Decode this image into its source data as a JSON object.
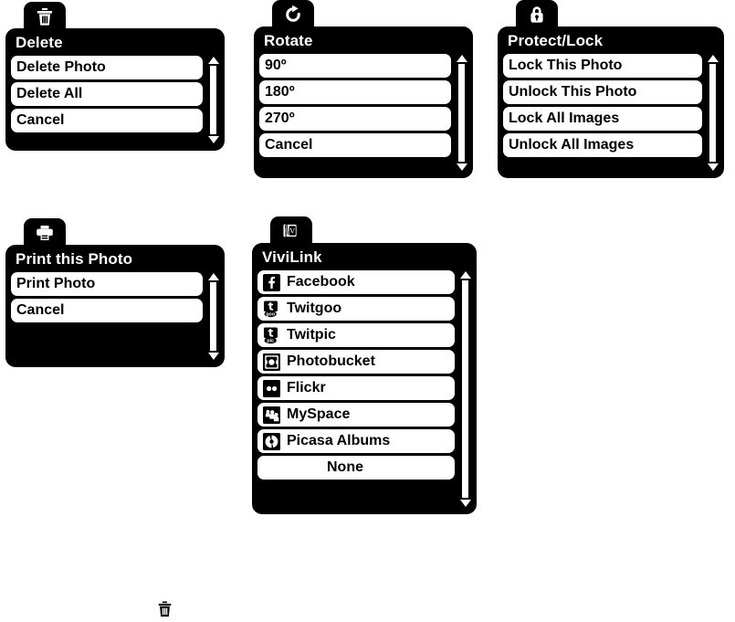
{
  "screen": {
    "background": "#ffffff",
    "foreground": "#000000",
    "panel_text_color": "#ffffff",
    "item_text_color": "#000000"
  },
  "menus": [
    {
      "id": "delete",
      "tab_icon": "trash-icon",
      "title": "Delete",
      "items": [
        {
          "label": "Delete Photo",
          "icon": null
        },
        {
          "label": "Delete All",
          "icon": null
        },
        {
          "label": "Cancel",
          "icon": null
        }
      ],
      "scrollbar": {
        "up": "scroll-up-arrow",
        "down": "scroll-down-arrow"
      }
    },
    {
      "id": "rotate",
      "tab_icon": "rotate-icon",
      "title": "Rotate",
      "items": [
        {
          "label": "90º",
          "icon": null
        },
        {
          "label": "180º",
          "icon": null
        },
        {
          "label": "270º",
          "icon": null
        },
        {
          "label": "Cancel",
          "icon": null
        }
      ],
      "scrollbar": {
        "up": "scroll-up-arrow",
        "down": "scroll-down-arrow"
      }
    },
    {
      "id": "protect",
      "tab_icon": "lock-icon",
      "title": "Protect/Lock",
      "items": [
        {
          "label": "Lock This Photo",
          "icon": null
        },
        {
          "label": "Unlock This Photo",
          "icon": null
        },
        {
          "label": "Lock All Images",
          "icon": null
        },
        {
          "label": "Unlock All Images",
          "icon": null
        }
      ],
      "scrollbar": {
        "up": "scroll-up-arrow",
        "down": "scroll-down-arrow"
      }
    },
    {
      "id": "print",
      "tab_icon": "printer-icon",
      "title": "Print this Photo",
      "items": [
        {
          "label": "Print Photo",
          "icon": null
        },
        {
          "label": "Cancel",
          "icon": null
        }
      ],
      "scrollbar": {
        "up": "scroll-up-arrow",
        "down": "scroll-down-arrow"
      }
    },
    {
      "id": "vivilink",
      "tab_icon": "vivilink-icon",
      "title": "ViviLink",
      "items": [
        {
          "label": "Facebook",
          "icon": "facebook-icon"
        },
        {
          "label": "Twitgoo",
          "icon": "twitgoo-icon"
        },
        {
          "label": "Twitpic",
          "icon": "twitpic-icon"
        },
        {
          "label": "Photobucket",
          "icon": "photobucket-icon"
        },
        {
          "label": "Flickr",
          "icon": "flickr-icon"
        },
        {
          "label": "MySpace",
          "icon": "myspace-icon"
        },
        {
          "label": "Picasa Albums",
          "icon": "picasa-icon"
        },
        {
          "label": "None",
          "icon": null
        }
      ],
      "scrollbar": {
        "up": "scroll-up-arrow",
        "down": "scroll-down-arrow"
      }
    }
  ],
  "stray_icon": {
    "name": "trash-icon"
  }
}
